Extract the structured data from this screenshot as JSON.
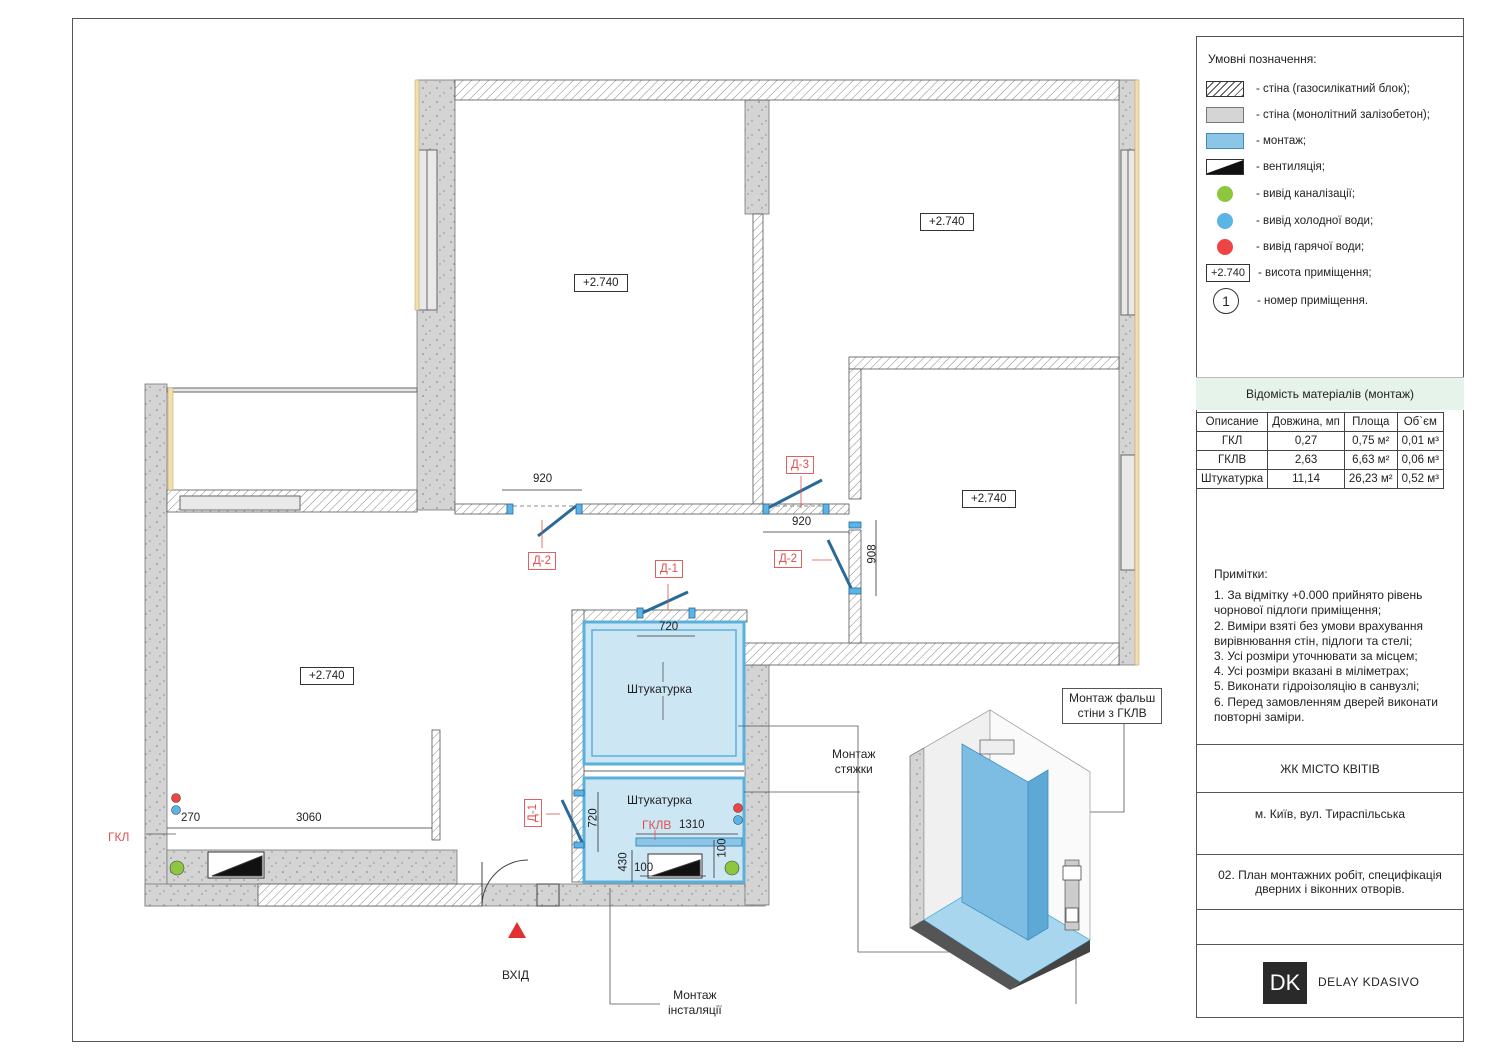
{
  "legend": {
    "title": "Умовні позначення:",
    "items": [
      {
        "icon": "hatch-wall-icon",
        "label": "- стіна (газосилікатний блок);"
      },
      {
        "icon": "concrete-wall-icon",
        "label": "- стіна (монолітний залізобетон);"
      },
      {
        "icon": "installation-icon",
        "label": "- монтаж;"
      },
      {
        "icon": "ventilation-icon",
        "label": "- вентиляція;"
      },
      {
        "icon": "sewer-dot-icon",
        "label": "- вивід каналізації;",
        "color": "#8dc63f"
      },
      {
        "icon": "cold-water-dot-icon",
        "label": "- вивід холодної води;",
        "color": "#5ab4e5"
      },
      {
        "icon": "hot-water-dot-icon",
        "label": "- вивід гарячої води;",
        "color": "#ee4444"
      },
      {
        "icon": "height-box-icon",
        "box": "+2.740",
        "label": "- висота приміщення;"
      },
      {
        "icon": "room-number-icon",
        "box": "1",
        "label": "- номер приміщення."
      }
    ]
  },
  "materials": {
    "title": "Відомість матеріалів (монтаж)",
    "columns": [
      "Описание",
      "Довжина, мп",
      "Площа",
      "Об`єм"
    ],
    "rows": [
      [
        "ГКЛ",
        "0,27",
        "0,75 м²",
        "0,01 м³"
      ],
      [
        "ГКЛВ",
        "2,63",
        "6,63 м²",
        "0,06 м³"
      ],
      [
        "Штукатурка",
        "11,14",
        "26,23 м²",
        "0,52 м³"
      ]
    ]
  },
  "notes": {
    "title": "Примітки:",
    "items": [
      "1. За відмітку +0.000 прийнято рівень чорнової підлоги приміщення;",
      "2. Виміри взяті без умови врахування вирівнювання стін, підлоги та стелі;",
      "3. Усі розміри уточнювати за місцем;",
      "4. Усі розміри вказані в міліметрах;",
      "5. Виконати гідроізоляцію в санвузлі;",
      "6. Перед замовленням дверей виконати повторні заміри."
    ]
  },
  "project": {
    "name": "ЖК МІСТО КВІТІВ",
    "address": "м. Київ, вул. Тираспільська",
    "sheet_title": "02. План монтажних робіт, специфікація дверних і віконних отворів.",
    "logo_mark": "DK",
    "logo_text": "DELAY KDASIVO"
  },
  "plan": {
    "room_heights": [
      "+2.740",
      "+2.740",
      "+2.740",
      "+2.740"
    ],
    "plaster_labels": [
      "Штукатурка",
      "Штукатурка"
    ],
    "dims": [
      "920",
      "920",
      "908",
      "720",
      "720",
      "1310",
      "270",
      "3060",
      "430",
      "100",
      "100"
    ],
    "doors": [
      "Д-1",
      "Д-1",
      "Д-2",
      "Д-2",
      "Д-3"
    ],
    "gkl_label": "ГКЛ",
    "gklv_label": "ГКЛВ",
    "entrance": "ВХІД",
    "callouts": {
      "screed": "Монтаж\nстяжки",
      "false_wall": "Монтаж фальш\nстіни з ГКЛВ",
      "installation": "Монтаж\nінсталяції"
    }
  },
  "colors": {
    "accent": "#8dc5e6",
    "door_red": "#e05050",
    "table_header": "#e6f3ea"
  }
}
